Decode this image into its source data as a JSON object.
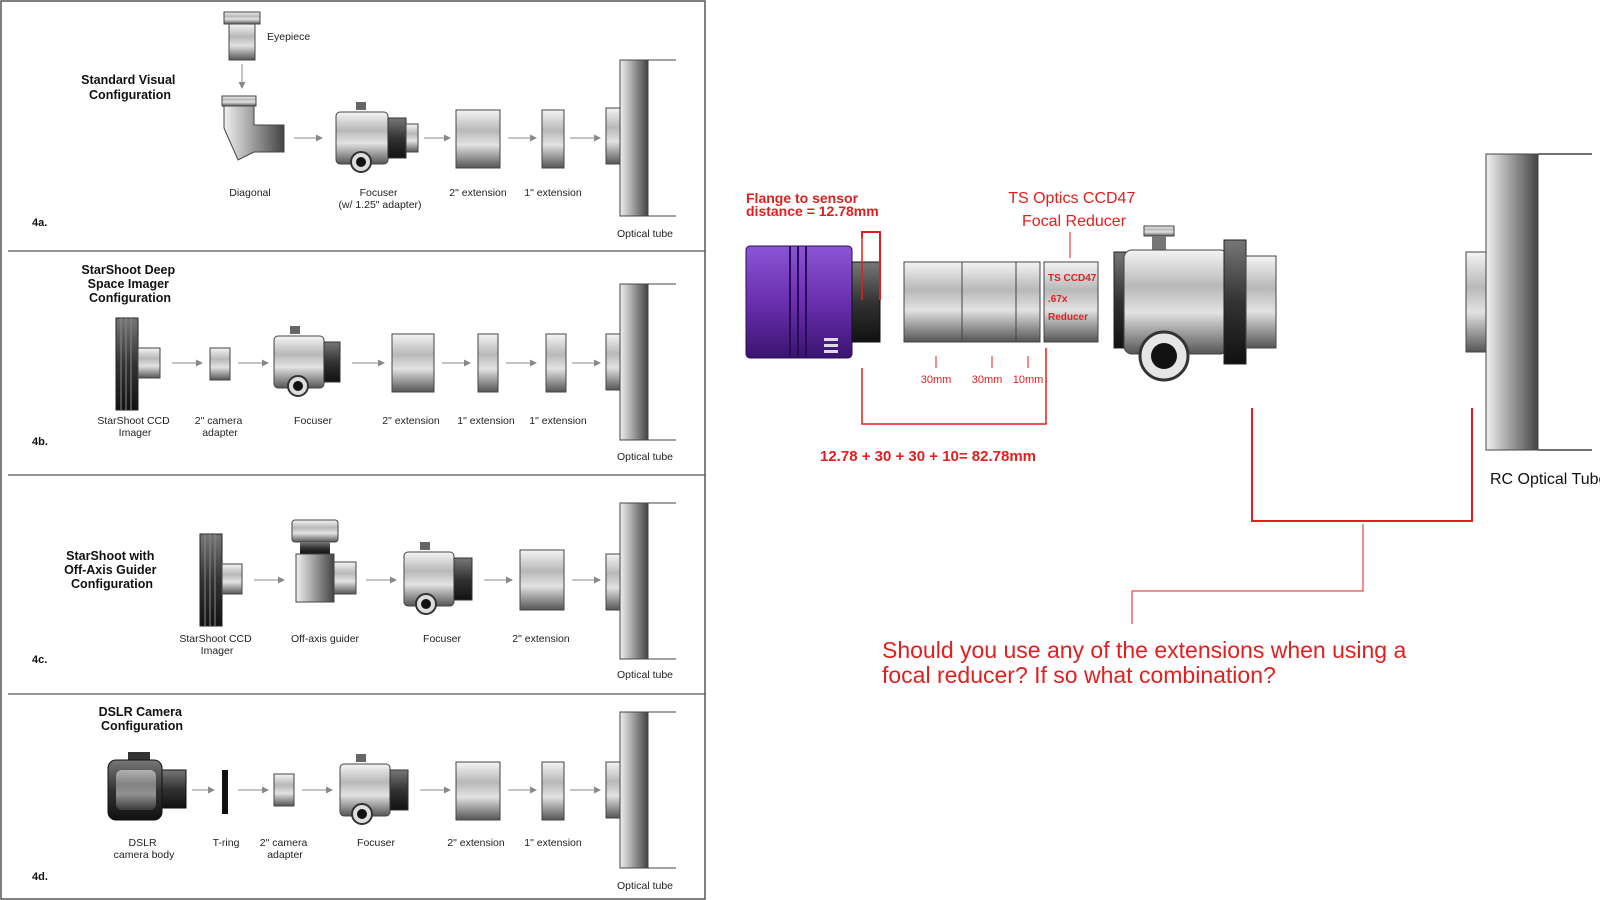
{
  "left_panel": {
    "panels": [
      {
        "tag": "4a.",
        "title": [
          "Standard Visual",
          "Configuration"
        ],
        "labels": {
          "eyepiece": "Eyepiece",
          "diagonal": "Diagonal",
          "focuser": [
            "Focuser",
            "(w/ 1.25\" adapter)"
          ],
          "ext2": "2\" extension",
          "ext1": "1\" extension",
          "tube": "Optical tube"
        }
      },
      {
        "tag": "4b.",
        "title": [
          "StarShoot Deep",
          "Space Imager",
          "Configuration"
        ],
        "labels": {
          "ccd": [
            "StarShoot CCD",
            "Imager"
          ],
          "adapter": [
            "2\" camera",
            "adapter"
          ],
          "focuser": "Focuser",
          "ext2": "2\" extension",
          "ext1a": "1\" extension",
          "ext1b": "1\" extension",
          "tube": "Optical tube"
        }
      },
      {
        "tag": "4c.",
        "title": [
          "StarShoot with",
          "Off-Axis Guider",
          "Configuration"
        ],
        "labels": {
          "ccd": [
            "StarShoot CCD",
            "Imager"
          ],
          "oag": "Off-axis guider",
          "focuser": "Focuser",
          "ext2": "2\" extension",
          "tube": "Optical tube"
        }
      },
      {
        "tag": "4d.",
        "title": [
          "DSLR Camera",
          "Configuration"
        ],
        "labels": {
          "dslr": [
            "DSLR",
            "camera body"
          ],
          "tring": "T-ring",
          "adapter": [
            "2\" camera",
            "adapter"
          ],
          "focuser": "Focuser",
          "ext2": "2\" extension",
          "ext1": "1\" extension",
          "tube": "Optical tube"
        }
      }
    ]
  },
  "right_panel": {
    "flange": [
      "Flange to sensor",
      "distance = 12.78mm"
    ],
    "reducer_title": [
      "TS Optics CCD47",
      "Focal Reducer"
    ],
    "reducer_body": [
      "TS CCD47",
      ".67x",
      "Reducer"
    ],
    "spacers": [
      "30mm",
      "30mm",
      "10mm"
    ],
    "sum": "12.78 + 30 + 30 + 10=  82.78mm",
    "tube_label": "RC Optical Tube",
    "question": [
      "Should you use any of the extensions when using a",
      "focal reducer?  If so what combination?"
    ]
  },
  "colors": {
    "annotation_red": "#e41e1e",
    "camera_purple": "#6a2fb0",
    "border": "#555555"
  }
}
